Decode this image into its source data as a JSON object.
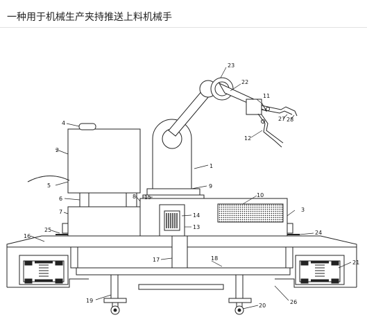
{
  "page": {
    "title": "一种用于机械生产夹持推送上料机械手"
  },
  "figure": {
    "part_numbers": [
      "1",
      "2",
      "3",
      "4",
      "5",
      "6",
      "7",
      "8",
      "9",
      "10",
      "11",
      "12",
      "13",
      "14",
      "15",
      "16",
      "17",
      "18",
      "19",
      "20",
      "21",
      "22",
      "23",
      "24",
      "25",
      "26",
      "27",
      "28"
    ]
  }
}
